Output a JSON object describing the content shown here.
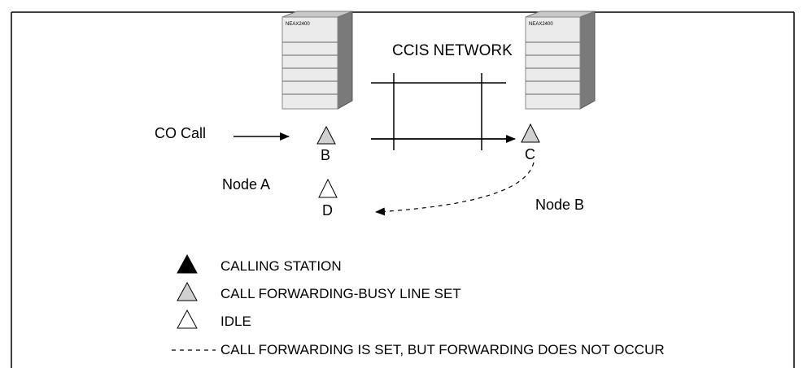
{
  "diagram": {
    "network_label": "CCIS NETWORK",
    "pbx_model_label": "NEAX2400",
    "co_call_label": "CO Call",
    "node_a_label": "Node A",
    "node_b_label": "Node B",
    "stations": {
      "b": "B",
      "c": "C",
      "d": "D"
    }
  },
  "legend": {
    "calling_station": "CALLING STATION",
    "call_forwarding_busy": "CALL FORWARDING-BUSY LINE SET",
    "idle": "IDLE",
    "forwarding_not_occur": "CALL FORWARDING IS SET, BUT FORWARDING DOES NOT OCCUR"
  },
  "colors": {
    "shaded_triangle": "#d0d0d0",
    "cabinet_front": "#ebebeb",
    "cabinet_side": "#7a7a7a",
    "line": "#000000"
  }
}
